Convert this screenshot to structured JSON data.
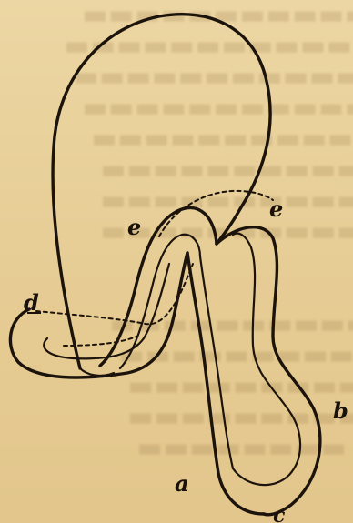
{
  "figure": {
    "labels": {
      "d": "d",
      "e_left": "e",
      "e_right": "e",
      "a": "a",
      "b": "b",
      "c": "c"
    }
  }
}
